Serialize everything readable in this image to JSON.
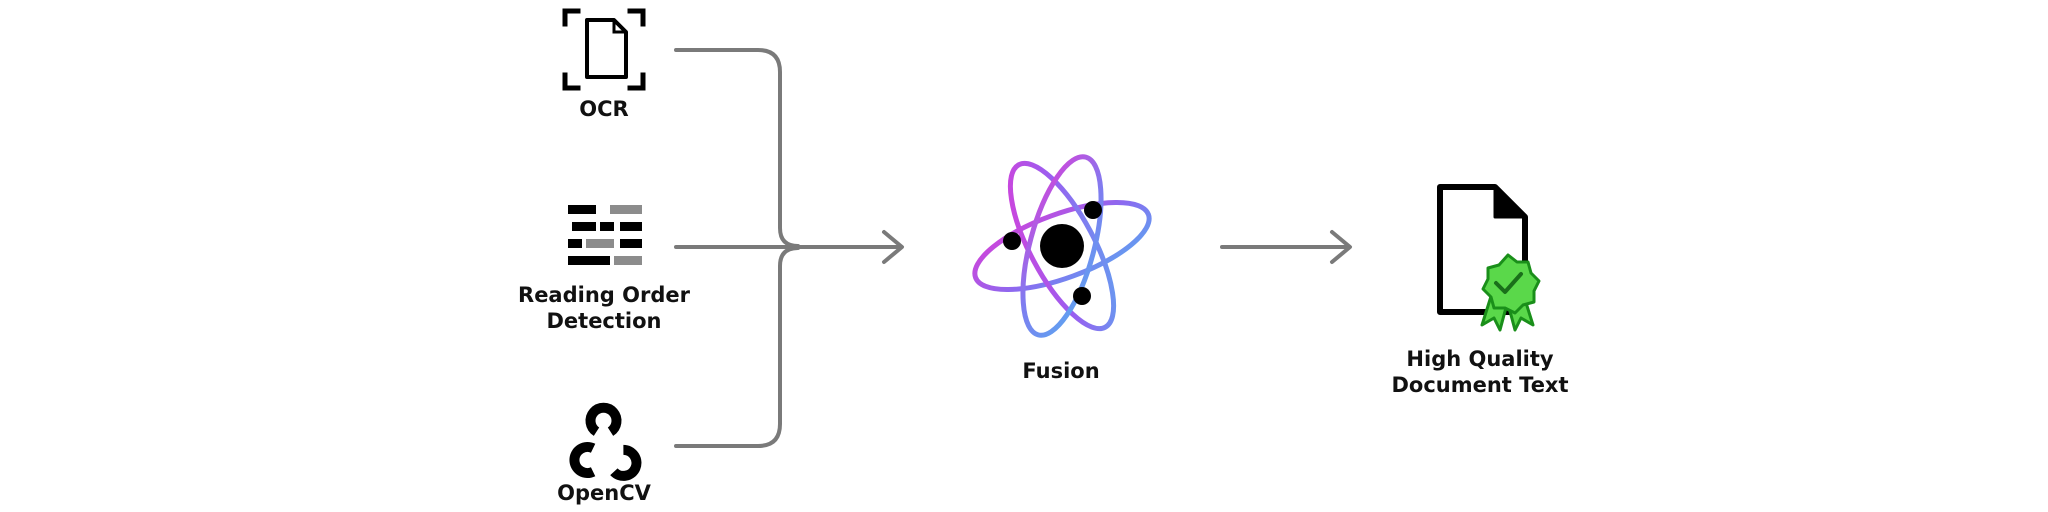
{
  "diagram": {
    "inputs": {
      "ocr": {
        "label": "OCR",
        "icon": "document-scan-icon"
      },
      "reading_order": {
        "label_lines": [
          "Reading Order",
          "Detection"
        ],
        "icon": "text-blocks-icon"
      },
      "opencv": {
        "label": "OpenCV",
        "icon": "opencv-logo-icon"
      }
    },
    "fusion": {
      "label": "Fusion",
      "icon": "atom-icon"
    },
    "output": {
      "label_lines": [
        "High Quality",
        "Document Text"
      ],
      "icon": "certified-document-icon"
    },
    "colors": {
      "connector": "#7a7a7a",
      "icon": "#000000",
      "blocks_gray": "#8c8c8c",
      "badge_green": "#5ad84a",
      "badge_outline": "#1a8f1a",
      "orbit_magenta": "#d83fd8",
      "orbit_blue": "#5aa8f0"
    }
  }
}
